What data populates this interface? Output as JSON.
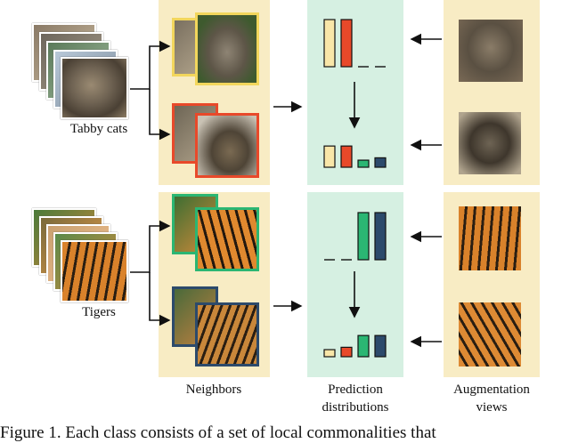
{
  "labels": {
    "tabby": "Tabby cats",
    "tigers": "Tigers",
    "neighbors": "Neighbors",
    "prediction_line1": "Prediction",
    "prediction_line2": "distributions",
    "augmentation_line1": "Augmentation",
    "augmentation_line2": "views"
  },
  "caption": "Figure 1. Each class consists of a set of local commonalities that",
  "colors": {
    "beige_panel": "#f8ecc4",
    "green_panel": "#d6f0e2",
    "cream_bar": "#f9e6a8",
    "orange_bar": "#e8492a",
    "green_bar": "#2bb673",
    "navy_bar": "#2c4a6b",
    "yellow_border": "#f2d65c",
    "orange_border": "#e8492a",
    "green_border": "#2bb673",
    "navy_border": "#2c4a6b"
  },
  "chart_data": [
    {
      "type": "bar",
      "categories": [
        "1",
        "2",
        "3",
        "4"
      ],
      "values": [
        1.0,
        1.0,
        0,
        0
      ],
      "colors": [
        "#f9e6a8",
        "#e8492a",
        "#2bb673",
        "#2c4a6b"
      ]
    },
    {
      "type": "bar",
      "categories": [
        "1",
        "2",
        "3",
        "4"
      ],
      "values": [
        0.45,
        0.45,
        0.15,
        0.2
      ],
      "colors": [
        "#f9e6a8",
        "#e8492a",
        "#2bb673",
        "#2c4a6b"
      ]
    },
    {
      "type": "bar",
      "categories": [
        "1",
        "2",
        "3",
        "4"
      ],
      "values": [
        0,
        0,
        1.0,
        1.0
      ],
      "colors": [
        "#f9e6a8",
        "#e8492a",
        "#2bb673",
        "#2c4a6b"
      ]
    },
    {
      "type": "bar",
      "categories": [
        "1",
        "2",
        "3",
        "4"
      ],
      "values": [
        0.15,
        0.2,
        0.45,
        0.45
      ],
      "colors": [
        "#f9e6a8",
        "#e8492a",
        "#2bb673",
        "#2c4a6b"
      ]
    }
  ]
}
